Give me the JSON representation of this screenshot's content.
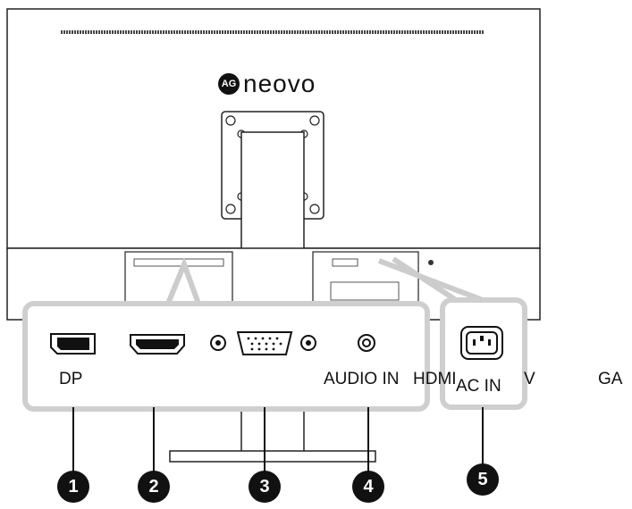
{
  "brand": {
    "logo_mark": "AG",
    "logo_text": "neovo"
  },
  "port_labels": {
    "dp": "DP",
    "audio_in": "AUDIO IN",
    "hdmi": "HDMI",
    "ac_in": "AC IN",
    "v": "V",
    "ga": "GA"
  },
  "callouts": [
    "1",
    "2",
    "3",
    "4",
    "5"
  ]
}
